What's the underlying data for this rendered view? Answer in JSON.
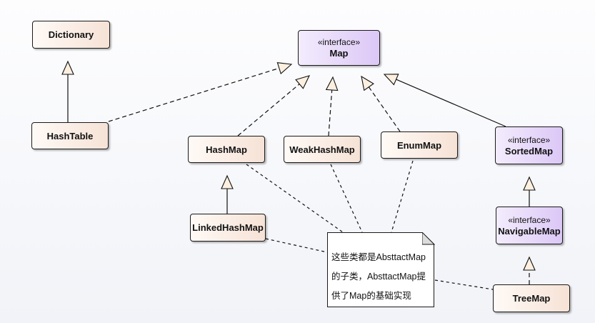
{
  "diagram": {
    "type": "UML class diagram",
    "colors": {
      "class_fill_start": "#fffaf6",
      "class_fill_end": "#f6e2d6",
      "interface_fill_start": "#f3ecfd",
      "interface_fill_end": "#dcc7f6",
      "border": "#1a1a1a",
      "arrowhead_fill": "#fdf0e0"
    },
    "nodes": [
      {
        "id": "dictionary",
        "name": "Dictionary",
        "stereotype": "",
        "kind": "class"
      },
      {
        "id": "hashtable",
        "name": "HashTable",
        "stereotype": "",
        "kind": "class"
      },
      {
        "id": "map",
        "name": "Map",
        "stereotype": "«interface»",
        "kind": "interface"
      },
      {
        "id": "hashmap",
        "name": "HashMap",
        "stereotype": "",
        "kind": "class"
      },
      {
        "id": "weakhashmap",
        "name": "WeakHashMap",
        "stereotype": "",
        "kind": "class"
      },
      {
        "id": "enummap",
        "name": "EnumMap",
        "stereotype": "",
        "kind": "class"
      },
      {
        "id": "sortedmap",
        "name": "SortedMap",
        "stereotype": "«interface»",
        "kind": "interface"
      },
      {
        "id": "linkedhashmap",
        "name": "LinkedHashMap",
        "stereotype": "",
        "kind": "class"
      },
      {
        "id": "navigablemap",
        "name": "NavigableMap",
        "stereotype": "«interface»",
        "kind": "interface"
      },
      {
        "id": "treemap",
        "name": "TreeMap",
        "stereotype": "",
        "kind": "class"
      }
    ],
    "note": {
      "lines": [
        "这些类都是AbsttactMap",
        "的子类，AbsttactMap提",
        "供了Map的基础实现"
      ]
    },
    "edges": [
      {
        "from": "hashtable",
        "to": "dictionary",
        "type": "generalization"
      },
      {
        "from": "hashtable",
        "to": "map",
        "type": "realization"
      },
      {
        "from": "hashmap",
        "to": "map",
        "type": "realization"
      },
      {
        "from": "weakhashmap",
        "to": "map",
        "type": "realization"
      },
      {
        "from": "enummap",
        "to": "map",
        "type": "realization"
      },
      {
        "from": "sortedmap",
        "to": "map",
        "type": "generalization"
      },
      {
        "from": "linkedhashmap",
        "to": "hashmap",
        "type": "generalization"
      },
      {
        "from": "navigablemap",
        "to": "sortedmap",
        "type": "generalization"
      },
      {
        "from": "treemap",
        "to": "navigablemap",
        "type": "realization"
      },
      {
        "from": "hashmap",
        "to": "note",
        "type": "note-link"
      },
      {
        "from": "weakhashmap",
        "to": "note",
        "type": "note-link"
      },
      {
        "from": "enummap",
        "to": "note",
        "type": "note-link"
      },
      {
        "from": "linkedhashmap",
        "to": "note",
        "type": "note-link"
      },
      {
        "from": "treemap",
        "to": "note",
        "type": "note-link"
      }
    ]
  }
}
